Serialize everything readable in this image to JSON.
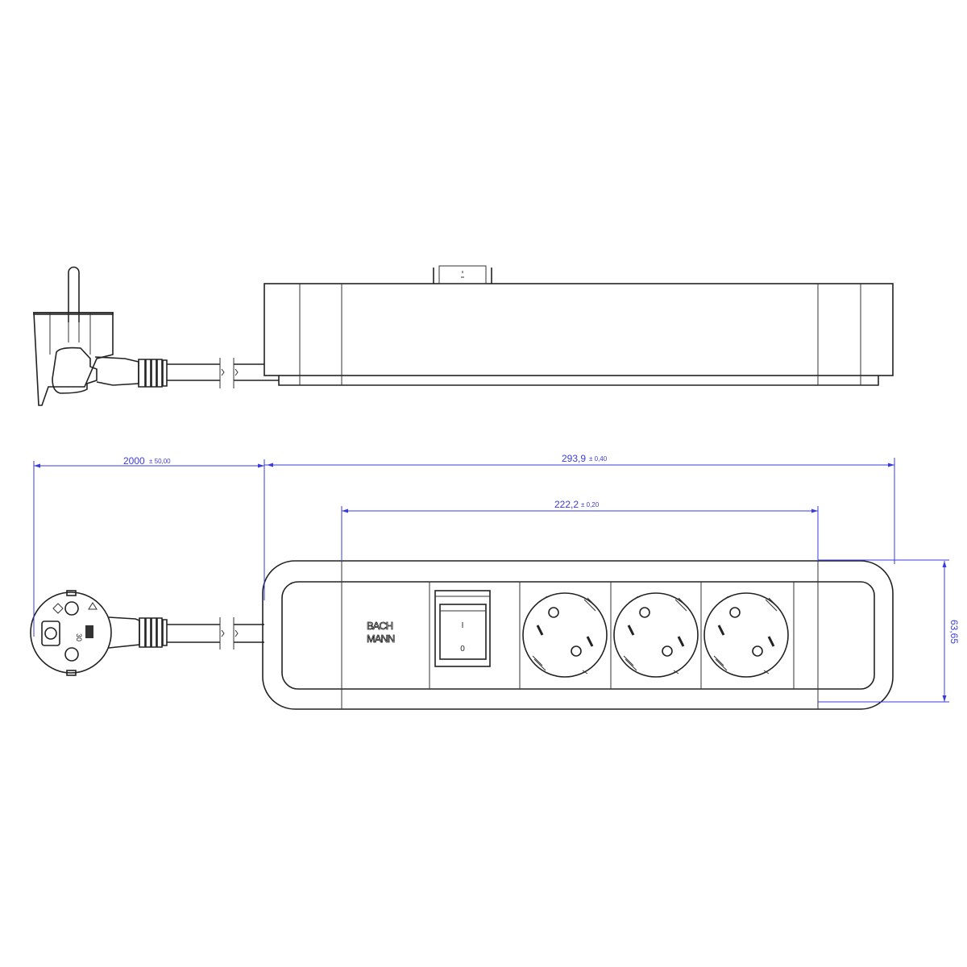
{
  "dimensions": {
    "cable_length": {
      "value": "2000",
      "tolerance": "± 50,00"
    },
    "total_length": {
      "value": "293,9",
      "tolerance": "± 0,40"
    },
    "module_length": {
      "value": "222,2",
      "tolerance": "± 0,20"
    },
    "height": {
      "value": "63,65"
    }
  },
  "logo": {
    "line1": "BACH",
    "line2": "MANN"
  },
  "switch": {
    "on_label": "I",
    "off_label": "0"
  },
  "plug": {
    "marking": "30"
  },
  "colors": {
    "dimension": "#3b3bdc",
    "outline": "#222222"
  }
}
